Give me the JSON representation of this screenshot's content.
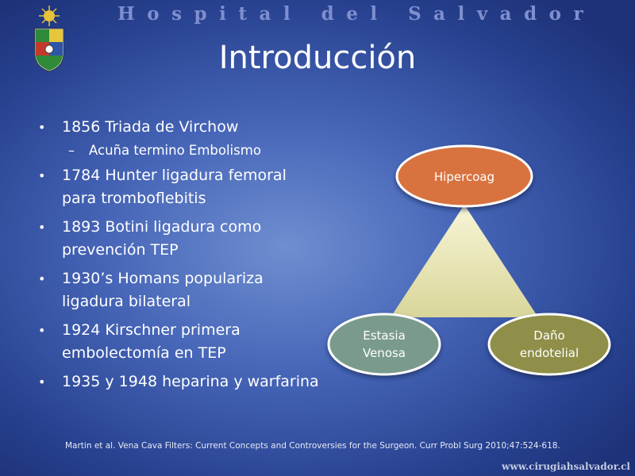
{
  "header": {
    "hospital_name": "Hospital del Salvador"
  },
  "slide": {
    "title": "Introducción",
    "bullets": [
      {
        "text": "1856 Triada de Virchow",
        "level": 1
      },
      {
        "text": "Acuña termino Embolismo",
        "level": 2
      },
      {
        "text": "1784 Hunter ligadura femoral para tromboflebitis",
        "level": 1
      },
      {
        "text": "1893 Botini ligadura como prevención TEP",
        "level": 1
      },
      {
        "text": "1930’s Homans populariza ligadura bilateral",
        "level": 1
      },
      {
        "text": "1924 Kirschner primera embolectomía en TEP",
        "level": 1
      },
      {
        "text": "1935 y 1948 heparina y warfarina",
        "level": 1
      }
    ],
    "bullet_glyphs": {
      "level1": "•",
      "level2": "–"
    }
  },
  "diagram": {
    "top_node": {
      "label": "Hipercoag",
      "color": "#d8733f"
    },
    "left_node": {
      "line1": "Estasia",
      "line2": "Venosa",
      "color": "#7a9b8c"
    },
    "right_node": {
      "line1": "Daño",
      "line2": "endotelial",
      "color": "#8f8f4a"
    },
    "triangle_color": "#f2f0c2"
  },
  "footer": {
    "citation": "Martin et al. Vena Cava Filters: Current Concepts and Controversies for the Surgeon. Curr Probl Surg 2010;47:524-618.",
    "website": "www.cirugiahsalvador.cl"
  },
  "icons": {
    "logo": "university-shield-logo-icon"
  }
}
